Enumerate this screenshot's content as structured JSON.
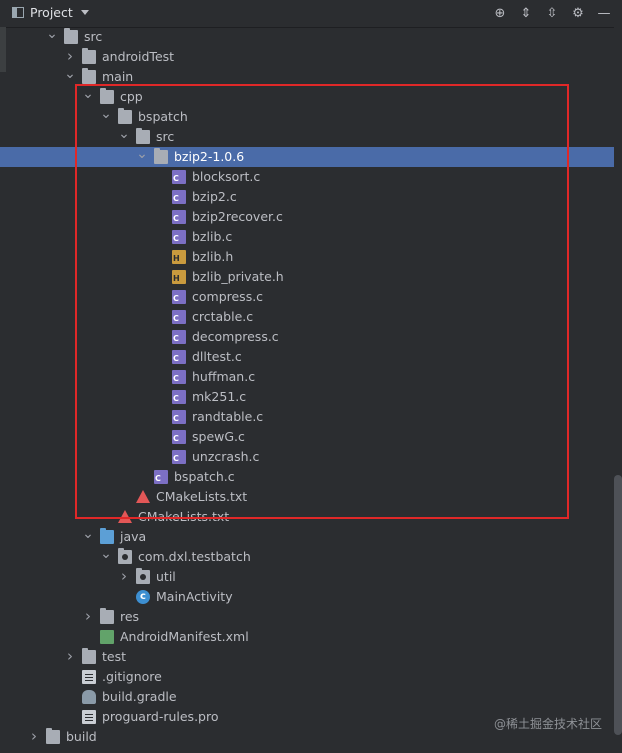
{
  "toolbar": {
    "title": "Project",
    "actions": [
      {
        "name": "locate-icon",
        "glyph": "⊕"
      },
      {
        "name": "expand-all-icon",
        "glyph": "⇕"
      },
      {
        "name": "collapse-all-icon",
        "glyph": "⇳"
      },
      {
        "name": "gear-icon",
        "glyph": "⚙"
      },
      {
        "name": "hide-icon",
        "glyph": "—"
      }
    ]
  },
  "tree": [
    {
      "label": "src",
      "depth": 0,
      "expanded": true,
      "icon": "folder"
    },
    {
      "label": "androidTest",
      "depth": 1,
      "expanded": false,
      "icon": "folder"
    },
    {
      "label": "main",
      "depth": 1,
      "expanded": true,
      "icon": "folder"
    },
    {
      "label": "cpp",
      "depth": 2,
      "expanded": true,
      "icon": "folder"
    },
    {
      "label": "bspatch",
      "depth": 3,
      "expanded": true,
      "icon": "folder"
    },
    {
      "label": "src",
      "depth": 4,
      "expanded": true,
      "icon": "folder"
    },
    {
      "label": "bzip2-1.0.6",
      "depth": 5,
      "expanded": true,
      "icon": "folder",
      "selected": true
    },
    {
      "label": "blocksort.c",
      "depth": 6,
      "icon": "c"
    },
    {
      "label": "bzip2.c",
      "depth": 6,
      "icon": "c"
    },
    {
      "label": "bzip2recover.c",
      "depth": 6,
      "icon": "c"
    },
    {
      "label": "bzlib.c",
      "depth": 6,
      "icon": "c"
    },
    {
      "label": "bzlib.h",
      "depth": 6,
      "icon": "h"
    },
    {
      "label": "bzlib_private.h",
      "depth": 6,
      "icon": "h"
    },
    {
      "label": "compress.c",
      "depth": 6,
      "icon": "c"
    },
    {
      "label": "crctable.c",
      "depth": 6,
      "icon": "c"
    },
    {
      "label": "decompress.c",
      "depth": 6,
      "icon": "c"
    },
    {
      "label": "dlltest.c",
      "depth": 6,
      "icon": "c"
    },
    {
      "label": "huffman.c",
      "depth": 6,
      "icon": "c"
    },
    {
      "label": "mk251.c",
      "depth": 6,
      "icon": "c"
    },
    {
      "label": "randtable.c",
      "depth": 6,
      "icon": "c"
    },
    {
      "label": "spewG.c",
      "depth": 6,
      "icon": "c"
    },
    {
      "label": "unzcrash.c",
      "depth": 6,
      "icon": "c"
    },
    {
      "label": "bspatch.c",
      "depth": 5,
      "icon": "c"
    },
    {
      "label": "CMakeLists.txt",
      "depth": 4,
      "icon": "cmake"
    },
    {
      "label": "CMakeLists.txt",
      "depth": 3,
      "icon": "cmake"
    },
    {
      "label": "java",
      "depth": 2,
      "expanded": true,
      "icon": "folder-blue"
    },
    {
      "label": "com.dxl.testbatch",
      "depth": 3,
      "expanded": true,
      "icon": "package"
    },
    {
      "label": "util",
      "depth": 4,
      "expanded": false,
      "icon": "package"
    },
    {
      "label": "MainActivity",
      "depth": 4,
      "icon": "class"
    },
    {
      "label": "res",
      "depth": 2,
      "expanded": false,
      "icon": "res"
    },
    {
      "label": "AndroidManifest.xml",
      "depth": 2,
      "icon": "xml"
    },
    {
      "label": "test",
      "depth": 1,
      "expanded": false,
      "icon": "folder"
    },
    {
      "label": ".gitignore",
      "depth": 1,
      "icon": "text"
    },
    {
      "label": "build.gradle",
      "depth": 1,
      "icon": "gradle"
    },
    {
      "label": "proguard-rules.pro",
      "depth": 1,
      "icon": "text"
    },
    {
      "label": "build",
      "depth": -1,
      "expanded": false,
      "icon": "folder"
    }
  ],
  "colors": {
    "selection": "#4a6ba8",
    "highlight_box": "#e02828"
  },
  "watermark": "@稀土掘金技术社区"
}
